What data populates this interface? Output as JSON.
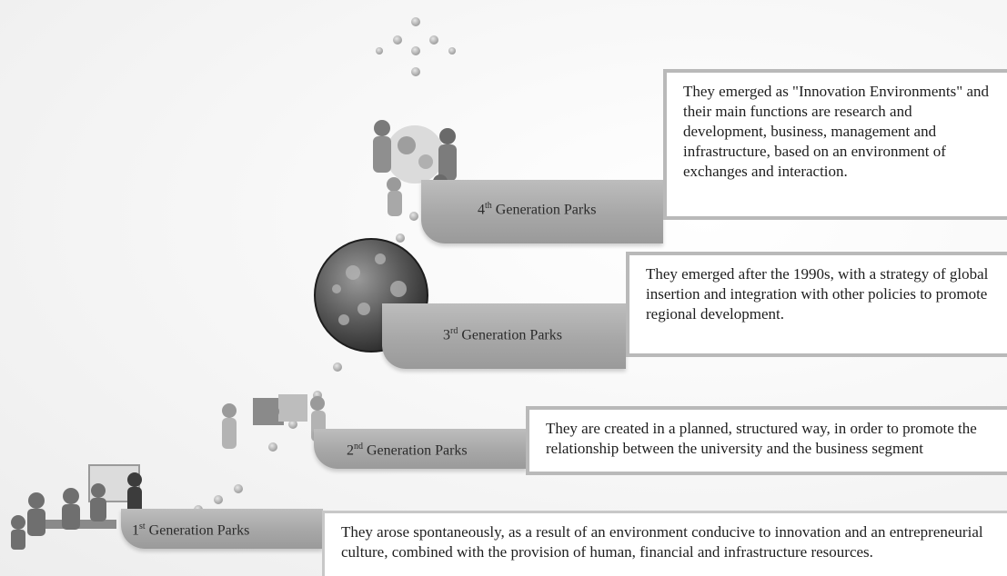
{
  "generations": [
    {
      "key": "1",
      "ordinal": "1",
      "suffix": "st",
      "label": "Generation Parks",
      "description": "They arose spontaneously, as a result of an environment conducive to innovation and an entrepreneurial culture, combined with the provision of human, financial and infrastructure resources."
    },
    {
      "key": "2",
      "ordinal": "2",
      "suffix": "nd",
      "label": "Generation Parks",
      "description": "They are created in a planned, structured way, in order to promote the relationship between the university and the business segment"
    },
    {
      "key": "3",
      "ordinal": "3",
      "suffix": "rd",
      "label": "Generation Parks",
      "description": "They emerged after the 1990s, with a strategy of global insertion and integration with other policies to promote regional development."
    },
    {
      "key": "4",
      "ordinal": "4",
      "suffix": "th",
      "label": "Generation Parks",
      "description": "They emerged as \"Innovation Environments\" and their main functions are research and development, business, management and infrastructure, based on an environment of exchanges and interaction."
    }
  ],
  "icons": [
    "meeting-people-icon",
    "puzzle-people-icon",
    "globe-icon",
    "team-collaboration-icon"
  ]
}
